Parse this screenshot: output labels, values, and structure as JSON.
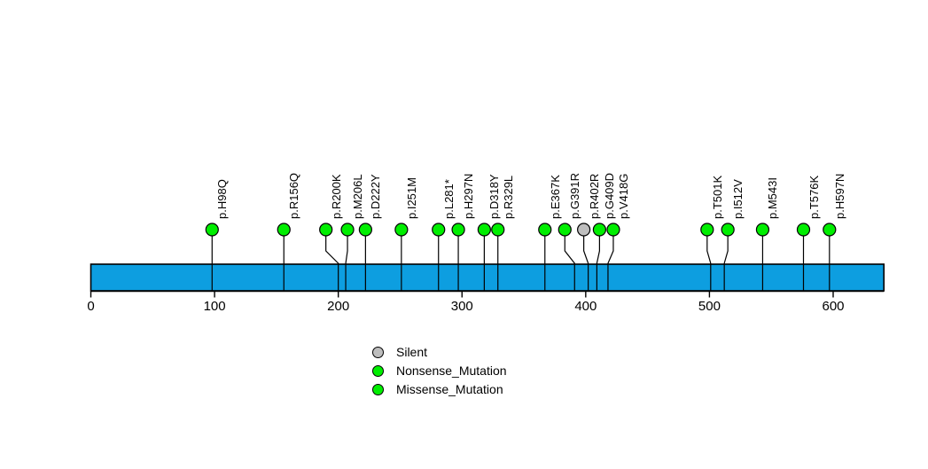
{
  "chart_data": {
    "type": "scatter",
    "title": "",
    "subtitle": "",
    "xlabel": "",
    "ylabel": "",
    "xlim": [
      0,
      641
    ],
    "grid": false,
    "protein_bar": {
      "start": 0,
      "end": 641,
      "color": "#0d9ee0",
      "border_color": "#000000"
    },
    "axis": {
      "ticks": [
        0,
        100,
        200,
        300,
        400,
        500,
        600
      ],
      "tick_labels": [
        "0",
        "100",
        "200",
        "300",
        "400",
        "500",
        "600"
      ]
    },
    "mutations": [
      {
        "label": "p.H98Q",
        "position": 98,
        "type": "Missense_Mutation",
        "color": "#00ee00",
        "dot_offset": 0
      },
      {
        "label": "p.R156Q",
        "position": 156,
        "type": "Missense_Mutation",
        "color": "#00ee00",
        "dot_offset": 0
      },
      {
        "label": "p.R200K",
        "position": 200,
        "type": "Missense_Mutation",
        "color": "#00ee00",
        "dot_offset": -14
      },
      {
        "label": "p.M206L",
        "position": 206,
        "type": "Missense_Mutation",
        "color": "#00ee00",
        "dot_offset": 2
      },
      {
        "label": "p.D222Y",
        "position": 222,
        "type": "Missense_Mutation",
        "color": "#00ee00",
        "dot_offset": 0
      },
      {
        "label": "p.I251M",
        "position": 251,
        "type": "Missense_Mutation",
        "color": "#00ee00",
        "dot_offset": 0
      },
      {
        "label": "p.L281*",
        "position": 281,
        "type": "Nonsense_Mutation",
        "color": "#00ee00",
        "dot_offset": 0
      },
      {
        "label": "p.H297N",
        "position": 297,
        "type": "Missense_Mutation",
        "color": "#00ee00",
        "dot_offset": 0
      },
      {
        "label": "p.D318Y",
        "position": 318,
        "type": "Missense_Mutation",
        "color": "#00ee00",
        "dot_offset": 0
      },
      {
        "label": "p.R329L",
        "position": 329,
        "type": "Missense_Mutation",
        "color": "#00ee00",
        "dot_offset": 0
      },
      {
        "label": "p.E367K",
        "position": 367,
        "type": "Missense_Mutation",
        "color": "#00ee00",
        "dot_offset": 0
      },
      {
        "label": "p.G391R",
        "position": 391,
        "type": "Missense_Mutation",
        "color": "#00ee00",
        "dot_offset": -11
      },
      {
        "label": "p.R402R",
        "position": 402,
        "type": "Silent",
        "color": "#bebebe",
        "dot_offset": -5
      },
      {
        "label": "p.G409D",
        "position": 409,
        "type": "Missense_Mutation",
        "color": "#00ee00",
        "dot_offset": 3
      },
      {
        "label": "p.V418G",
        "position": 418,
        "type": "Missense_Mutation",
        "color": "#00ee00",
        "dot_offset": 6
      },
      {
        "label": "p.T501K",
        "position": 501,
        "type": "Missense_Mutation",
        "color": "#00ee00",
        "dot_offset": -4
      },
      {
        "label": "p.I512V",
        "position": 512,
        "type": "Missense_Mutation",
        "color": "#00ee00",
        "dot_offset": 4
      },
      {
        "label": "p.M543I",
        "position": 543,
        "type": "Missense_Mutation",
        "color": "#00ee00",
        "dot_offset": 0
      },
      {
        "label": "p.T576K",
        "position": 576,
        "type": "Missense_Mutation",
        "color": "#00ee00",
        "dot_offset": 0
      },
      {
        "label": "p.H597N",
        "position": 597,
        "type": "Missense_Mutation",
        "color": "#00ee00",
        "dot_offset": 0
      }
    ],
    "legend": {
      "position": "bottom-center",
      "entries": [
        {
          "label": "Silent",
          "color": "#bebebe"
        },
        {
          "label": "Nonsense_Mutation",
          "color": "#00ee00"
        },
        {
          "label": "Missense_Mutation",
          "color": "#00ee00"
        }
      ]
    }
  }
}
